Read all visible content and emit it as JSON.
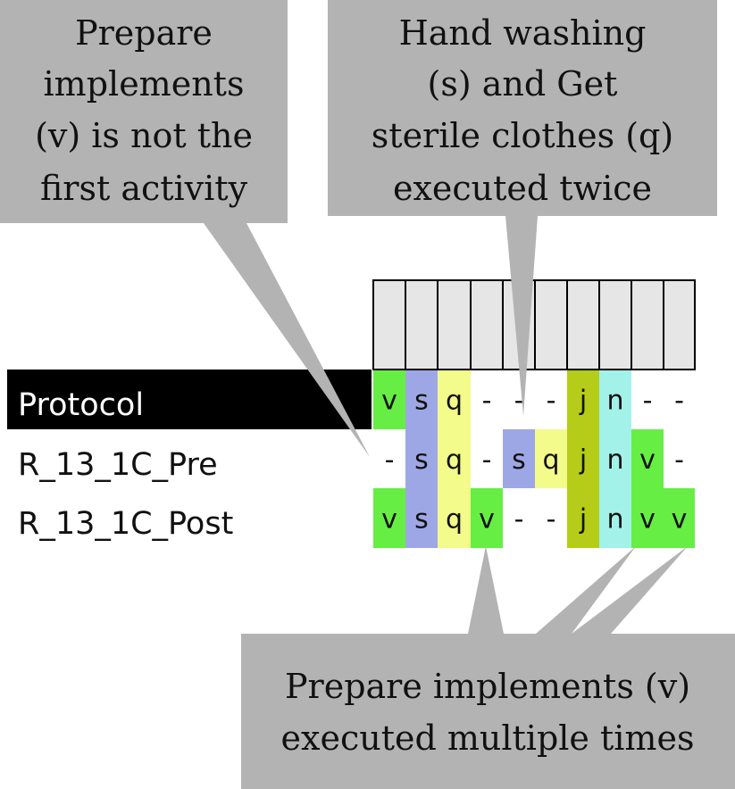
{
  "callouts": {
    "first_activity": [
      "Prepare",
      "implements",
      "(v) is not the",
      "first activity"
    ],
    "twice": [
      "Hand washing",
      "(s) and Get",
      "sterile clothes (q)",
      "executed twice"
    ],
    "multiple": [
      "Prepare implements (v)",
      "executed multiple times"
    ]
  },
  "rows": [
    {
      "label": "Protocol",
      "cells": [
        "v",
        "s",
        "q",
        "-",
        "-",
        "-",
        "j",
        "n",
        "-",
        "-"
      ]
    },
    {
      "label": "R_13_1C_Pre",
      "cells": [
        "-",
        "s",
        "q",
        "-",
        "s",
        "q",
        "j",
        "n",
        "v",
        "-"
      ]
    },
    {
      "label": "R_13_1C_Post",
      "cells": [
        "v",
        "s",
        "q",
        "v",
        "-",
        "-",
        "j",
        "n",
        "v",
        "v"
      ]
    }
  ],
  "colors": {
    "callout_fill": "#b3b3b3",
    "header_cell": "#e6e6e6",
    "protocol_band": "#000000",
    "v": "#66ee44",
    "s": "#9ea7e6",
    "q": "#f3fb8a",
    "j": "#b5cc18",
    "n": "#a2f2ea"
  }
}
